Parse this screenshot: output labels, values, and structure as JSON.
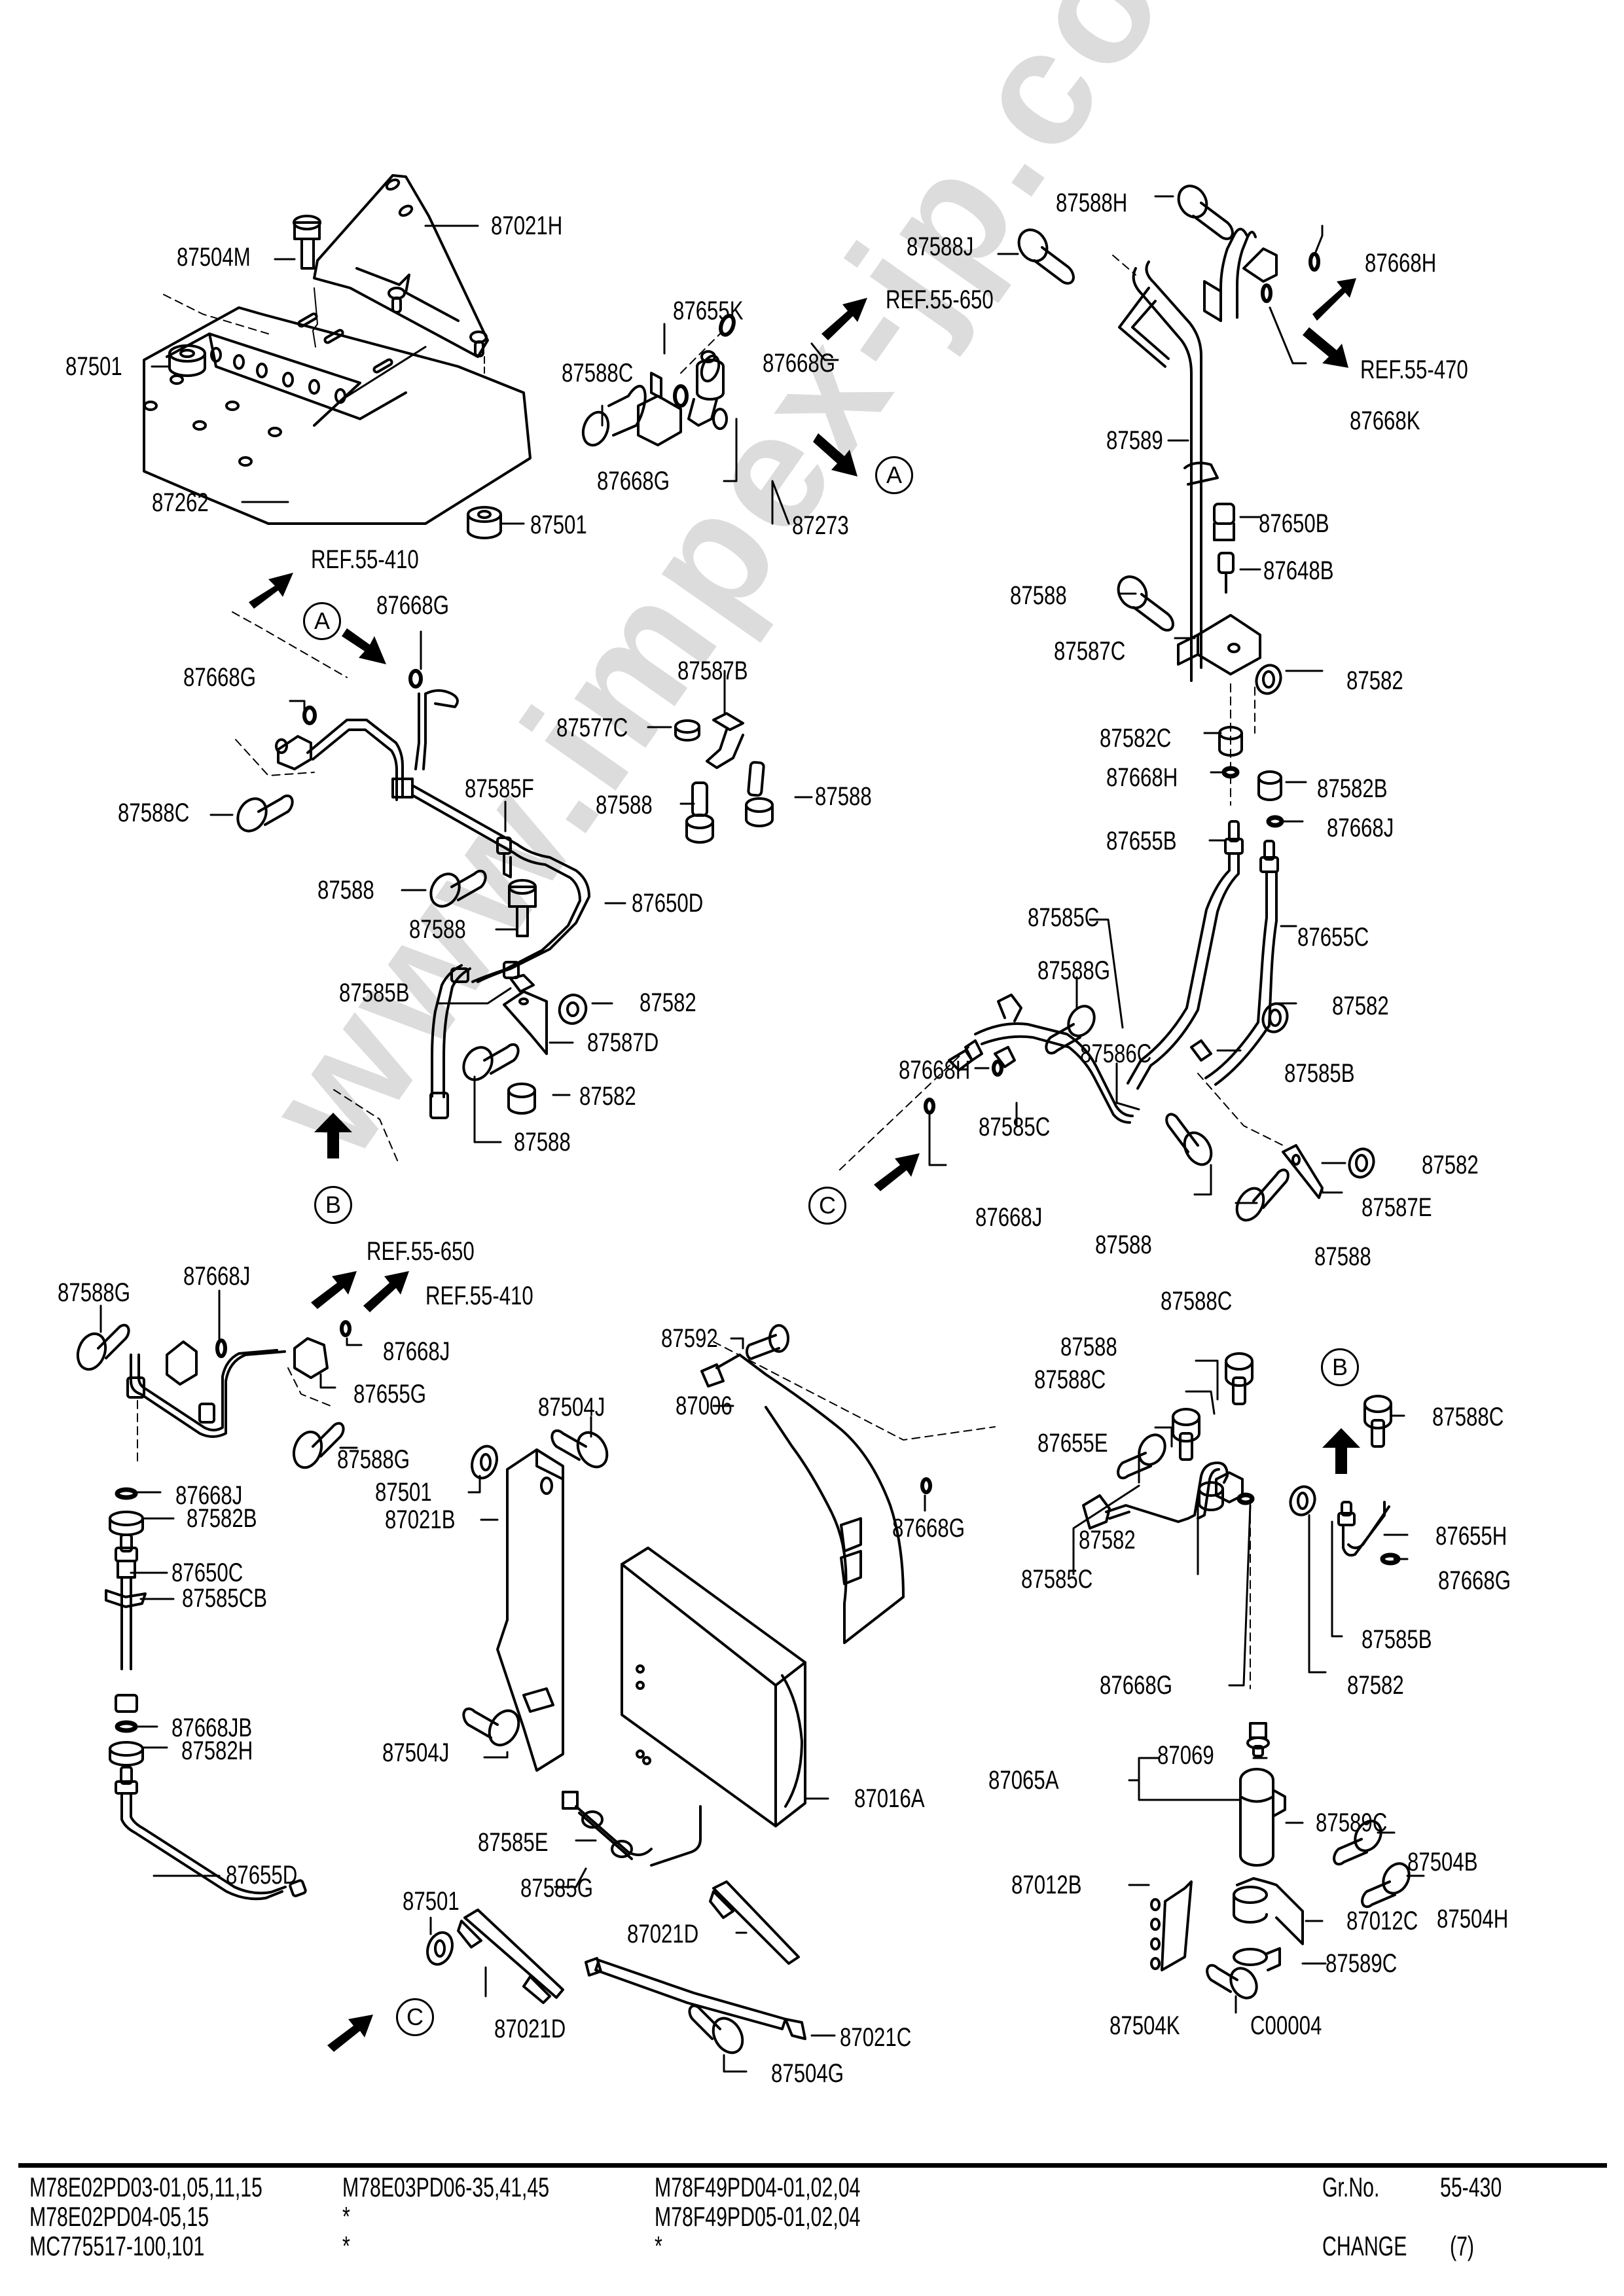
{
  "watermark": "www.impex-jp.com",
  "drawing_code": "C00004",
  "footer": {
    "models_col1": [
      "M78E02PD03-01,05,11,15",
      "M78E02PD04-05,15",
      "MC775517-100,101"
    ],
    "models_col2": [
      "M78E03PD06-35,41,45",
      "*",
      "*"
    ],
    "models_col3": [
      "M78F49PD04-01,02,04",
      "M78F49PD05-01,02,04",
      "*"
    ],
    "group_label": "Gr.No.",
    "group_value": "55-430",
    "change_label": "CHANGE",
    "change_value": "(7)"
  },
  "refs": {
    "ref_55_410_top": "REF.55-410",
    "ref_55_650_top": "REF.55-650",
    "ref_55_470": "REF.55-470",
    "ref_55_650_mid": "REF.55-650",
    "ref_55_410_mid": "REF.55-410"
  },
  "connectors": {
    "a1": "A",
    "a2": "A",
    "b1": "B",
    "b2": "B",
    "c1": "C",
    "c2": "C"
  },
  "labels": {
    "p87504M": "87504M",
    "p87021H": "87021H",
    "p87501_a": "87501",
    "p87262": "87262",
    "p87501_b": "87501",
    "p87655K": "87655K",
    "p87588C_a": "87588C",
    "p87668G_a": "87668G",
    "p87668G_b": "87668G",
    "p87273": "87273",
    "p87588H": "87588H",
    "p87588J": "87588J",
    "p87668H_a": "87668H",
    "p87668K": "87668K",
    "p87589": "87589",
    "p87650B": "87650B",
    "p87648B": "87648B",
    "p87588_a": "87588",
    "p87587C": "87587C",
    "p87582_a": "87582",
    "p87582C": "87582C",
    "p87668H_b": "87668H",
    "p87582B_a": "87582B",
    "p87655B": "87655B",
    "p87668J_a": "87668J",
    "p87585C_a": "87585C",
    "p87655C": "87655C",
    "p87588G_a": "87588G",
    "p87582_b": "87582",
    "p87668H_c": "87668H",
    "p87586C": "87586C",
    "p87585B_a": "87585B",
    "p87585C_b": "87585C",
    "p87582_c": "87582",
    "p87668J_b": "87668J",
    "p87587E": "87587E",
    "p87588_b": "87588",
    "p87588_c": "87588",
    "p87668G_c": "87668G",
    "p87668G_d": "87668G",
    "p87588C_b": "87588C",
    "p87585F": "87585F",
    "p87587B": "87587B",
    "p87577C": "87577C",
    "p87588_d": "87588",
    "p87588_e": "87588",
    "p87588_f": "87588",
    "p87588_g": "87588",
    "p87650D": "87650D",
    "p87585B_b": "87585B",
    "p87582_d": "87582",
    "p87587D": "87587D",
    "p87582_e": "87582",
    "p87588_h": "87588",
    "p87588G_b": "87588G",
    "p87668J_c": "87668J",
    "p87668J_d": "87668J",
    "p87655G": "87655G",
    "p87588G_c": "87588G",
    "p87668J_e": "87668J",
    "p87582B_b": "87582B",
    "p87650C": "87650C",
    "p87585CB": "87585CB",
    "p87668JB": "87668JB",
    "p87582H": "87582H",
    "p87655D": "87655D",
    "p87592": "87592",
    "p87006": "87006",
    "p87504J_a": "87504J",
    "p87501_c": "87501",
    "p87021B": "87021B",
    "p87668G_e": "87668G",
    "p87504J_b": "87504J",
    "p87016A": "87016A",
    "p87585E": "87585E",
    "p87585G": "87585G",
    "p87501_d": "87501",
    "p87021D_a": "87021D",
    "p87021D_b": "87021D",
    "p87021C": "87021C",
    "p87504G": "87504G",
    "p87588C_c": "87588C",
    "p87588_i": "87588",
    "p87588C_d": "87588C",
    "p87588C_e": "87588C",
    "p87655E": "87655E",
    "p87655H": "87655H",
    "p87668G_f": "87668G",
    "p87582_f": "87582",
    "p87585C_c": "87585C",
    "p87585B_c": "87585B",
    "p87668G_g": "87668G",
    "p87582_g": "87582",
    "p87069": "87069",
    "p87065A": "87065A",
    "p87589C_a": "87589C",
    "p87504B": "87504B",
    "p87504H": "87504H",
    "p87012B": "87012B",
    "p87012C": "87012C",
    "p87589C_b": "87589C",
    "p87504K": "87504K"
  }
}
